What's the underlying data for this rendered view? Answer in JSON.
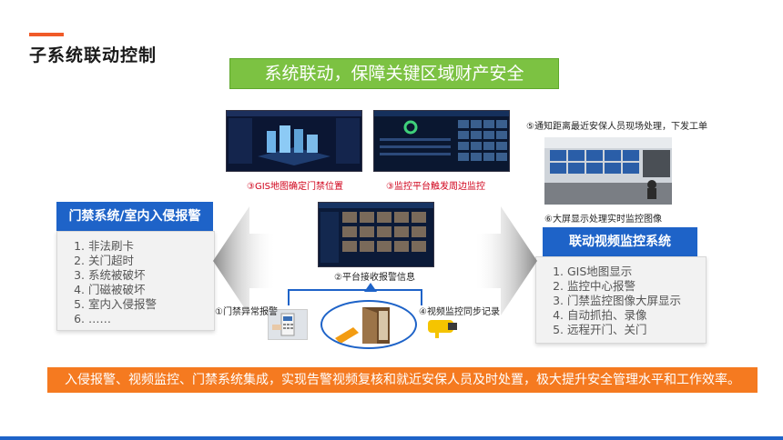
{
  "title": "子系统联动控制",
  "headline": "系统联动，保障关键区域财产安全",
  "left_card": {
    "title": "门禁系统/室内入侵报警",
    "items": [
      "非法刷卡",
      "关门超时",
      "系统被破坏",
      "门磁被破坏",
      "室内入侵报警",
      "……"
    ]
  },
  "right_card": {
    "title": "联动视频监控系统",
    "items": [
      "GIS地图显示",
      "监控中心报警",
      "门禁监控图像大屏显示",
      "自动抓拍、录像",
      "远程开门、关门"
    ]
  },
  "steps": {
    "s1": "①门禁异常报警",
    "s2": "②平台接收报警信息",
    "s3a": "③GIS地图确定门禁位置",
    "s3b": "③监控平台触发周边监控",
    "s4": "④视频监控同步记录",
    "s5": "⑤通知距离最近安保人员现场处理，下发工单",
    "s6": "⑥大屏显示处理实时监控图像"
  },
  "banner": "入侵报警、视频监控、门禁系统集成，实现告警视频复核和就近安保人员及时处置，极大提升安全管理水平和工作效率。",
  "colors": {
    "accent": "#f05a28",
    "primary": "#1e63c8",
    "green": "#7cc242",
    "orange": "#f57a20",
    "red": "#d0021b"
  }
}
